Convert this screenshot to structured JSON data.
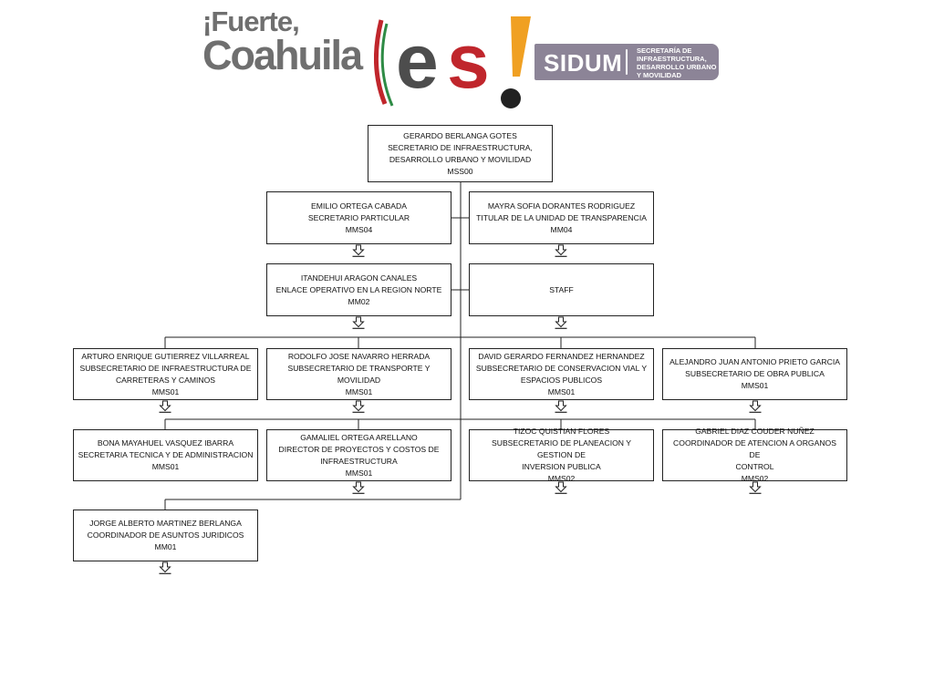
{
  "header": {
    "logo_line1": "¡Fuerte,",
    "logo_line2": "Coahuila",
    "logo_es": "es!",
    "sidum": "SIDUM",
    "sidum_desc": [
      "SECRETARÍA DE",
      "INFRAESTRUCTURA,",
      "DESARROLLO URBANO",
      "Y MOVILIDAD"
    ]
  },
  "org": {
    "head": {
      "name": "GERARDO BERLANGA GOTES",
      "title": [
        "SECRETARIO DE INFRAESTRUCTURA,",
        "DESARROLLO URBANO Y MOVILIDAD"
      ],
      "code": "MSS00"
    },
    "staff_left": [
      {
        "name": "EMILIO ORTEGA CABADA",
        "title": "SECRETARIO PARTICULAR",
        "code": "MMS04"
      },
      {
        "name": "ITANDEHUI ARAGON CANALES",
        "title": "ENLACE OPERATIVO EN LA REGION NORTE",
        "code": "MM02"
      }
    ],
    "staff_right": [
      {
        "name": "MAYRA SOFIA DORANTES RODRIGUEZ",
        "title": "TITULAR DE LA UNIDAD DE TRANSPARENCIA",
        "code": "MM04"
      },
      {
        "label": "STAFF"
      }
    ],
    "row1": [
      {
        "name": "ARTURO ENRIQUE GUTIERREZ VILLARREAL",
        "title": [
          "SUBSECRETARIO DE INFRAESTRUCTURA DE",
          "CARRETERAS Y CAMINOS"
        ],
        "code": "MMS01"
      },
      {
        "name": "RODOLFO JOSE NAVARRO HERRADA",
        "title": [
          "SUBSECRETARIO DE TRANSPORTE Y MOVILIDAD"
        ],
        "code": "MMS01"
      },
      {
        "name": "DAVID GERARDO FERNANDEZ HERNANDEZ",
        "title": [
          "SUBSECRETARIO DE CONSERVACION VIAL Y",
          "ESPACIOS PUBLICOS"
        ],
        "code": "MMS01"
      },
      {
        "name": "ALEJANDRO JUAN ANTONIO PRIETO GARCIA",
        "title": [
          "SUBSECRETARIO DE OBRA PUBLICA"
        ],
        "code": "MMS01"
      }
    ],
    "row2": [
      {
        "name": "BONA MAYAHUEL VASQUEZ IBARRA",
        "title": [
          "SECRETARIA TECNICA Y DE ADMINISTRACION"
        ],
        "code": "MMS01"
      },
      {
        "name": "GAMALIEL ORTEGA ARELLANO",
        "title": [
          "DIRECTOR DE PROYECTOS Y COSTOS DE",
          "INFRAESTRUCTURA"
        ],
        "code": "MMS01"
      },
      {
        "name": "TIZOC QUISTIAN FLORES",
        "title": [
          "SUBSECRETARIO DE PLANEACION Y GESTION DE",
          "INVERSION PUBLICA"
        ],
        "code": "MMS02"
      },
      {
        "name": "GABRIEL DIAZ COUDER NUÑEZ",
        "title": [
          "COORDINADOR DE ATENCION A ORGANOS DE",
          "CONTROL"
        ],
        "code": "MMS02"
      }
    ],
    "row3": [
      {
        "name": "JORGE ALBERTO MARTINEZ BERLANGA",
        "title": [
          "COORDINADOR DE ASUNTOS JURIDICOS"
        ],
        "code": "MM01"
      }
    ]
  }
}
